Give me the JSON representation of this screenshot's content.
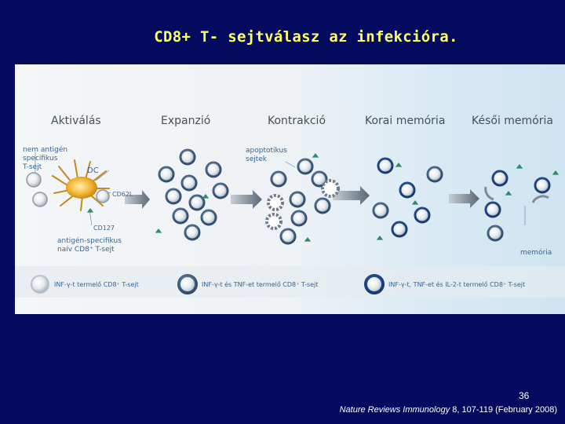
{
  "slide": {
    "title": "CD8+ T- sejtválasz az infekcióra.",
    "page_number": "36",
    "citation_journal": "Nature Reviews Immunology",
    "citation_rest": " 8, 107-119 (February 2008)"
  },
  "figure": {
    "stages": [
      "Aktiválás",
      "Expanzió",
      "Kontrakció",
      "Korai memória",
      "Késői memória"
    ],
    "labels": {
      "non_specific": [
        "nem antigén",
        "specifikus",
        "T-sejt"
      ],
      "dc": "DC",
      "cd62l": "CD62L",
      "cd127": "CD127",
      "naive": [
        "antigén-specifikus",
        "naív CD8⁺ T-sejt"
      ],
      "apoptotic": [
        "apoptotikus",
        "sejtek"
      ],
      "memory": "memória"
    },
    "legend": [
      "INF-γ-t termelő CD8⁺ T-sejt",
      "INF-γ-t és TNF-et termelő CD8⁺ T-sejt",
      "INF-γ-t, TNF-et és IL-2-t termelő CD8⁺ T-sejt"
    ]
  },
  "colors": {
    "background": "#040a5e",
    "title": "#ffff66",
    "label": "#39648f",
    "stage": "#45505a"
  }
}
